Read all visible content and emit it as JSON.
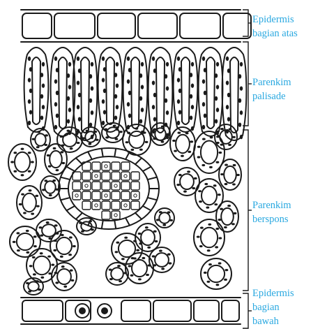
{
  "diagram": {
    "subject": "leaf-cross-section",
    "colors": {
      "ink": "#1a1a1a",
      "label": "#29a8e0",
      "background": "#ffffff"
    },
    "labels": [
      {
        "id": "epidermis-atas",
        "lines": [
          "Epidermis",
          "bagian atas"
        ]
      },
      {
        "id": "parenkim-palisade",
        "lines": [
          "Parenkim",
          "palisade"
        ]
      },
      {
        "id": "parenkim-berspons",
        "lines": [
          "Parenkim",
          "berspons"
        ]
      },
      {
        "id": "epidermis-bawah",
        "lines": [
          "Epidermis",
          "bagian",
          "bawah"
        ]
      }
    ]
  }
}
